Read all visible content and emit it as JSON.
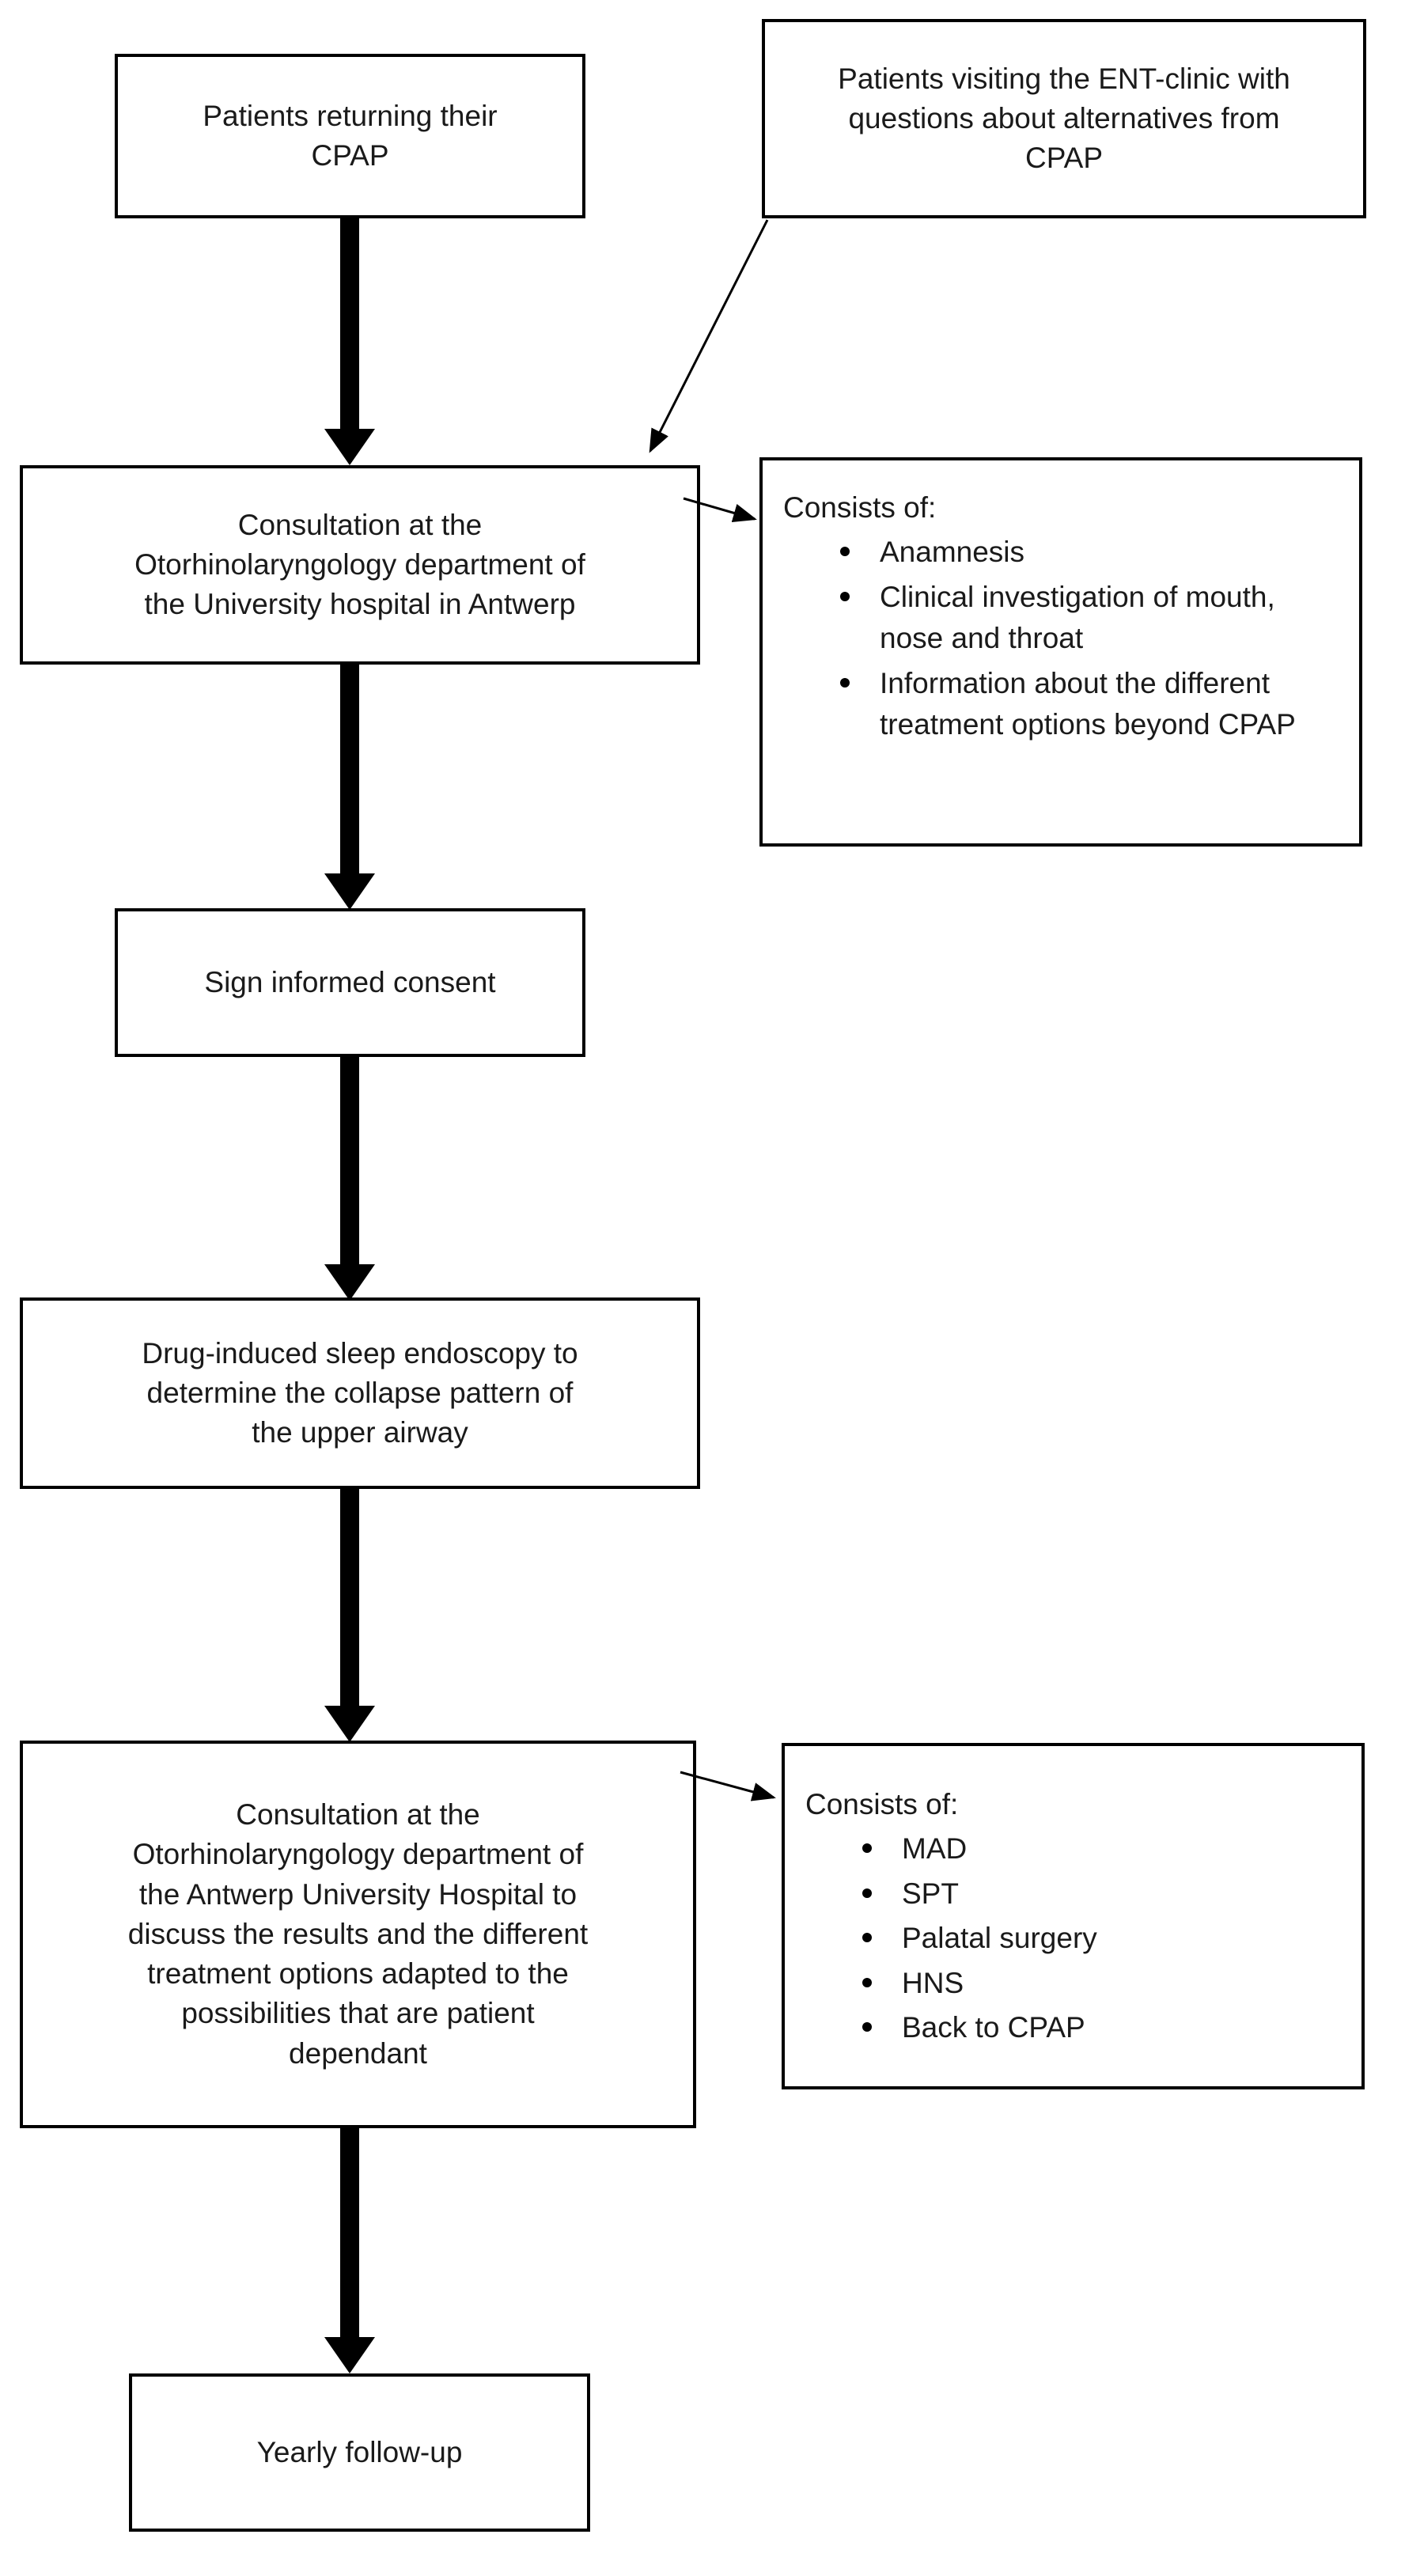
{
  "diagram": {
    "type": "flowchart",
    "orientation": "top-to-bottom",
    "nodes": [
      {
        "id": "returning-cpap",
        "label": "Patients returning their\nCPAP"
      },
      {
        "id": "ent-clinic-visit",
        "label": "Patients visiting the ENT-clinic with\nquestions about alternatives from\nCPAP"
      },
      {
        "id": "consultation-1",
        "label": "Consultation at the\nOtorhinolaryngology department of\nthe University hospital in Antwerp"
      },
      {
        "id": "informed-consent",
        "label": "Sign informed consent"
      },
      {
        "id": "dise",
        "label": "Drug-induced sleep endoscopy to\ndetermine the collapse pattern of\nthe upper airway"
      },
      {
        "id": "consultation-2",
        "label": "Consultation at the\nOtorhinolaryngology department of\nthe Antwerp University Hospital to\ndiscuss the results and the different\ntreatment options adapted to the\npossibilities that are patient\ndependant"
      },
      {
        "id": "yearly-followup",
        "label": "Yearly follow-up"
      }
    ],
    "panels": [
      {
        "id": "consists-of-consultation",
        "title": "Consists of:",
        "items": [
          "Anamnesis",
          "Clinical investigation of mouth, nose and throat",
          "Information about the different treatment options beyond CPAP"
        ]
      },
      {
        "id": "consists-of-treatments",
        "title": "Consists of:",
        "items": [
          "MAD",
          "SPT",
          "Palatal surgery",
          "HNS",
          "Back to CPAP"
        ]
      }
    ],
    "colors": {
      "border": "#000000",
      "background": "#ffffff",
      "text": "#1a1a1a",
      "arrow": "#000000"
    }
  }
}
